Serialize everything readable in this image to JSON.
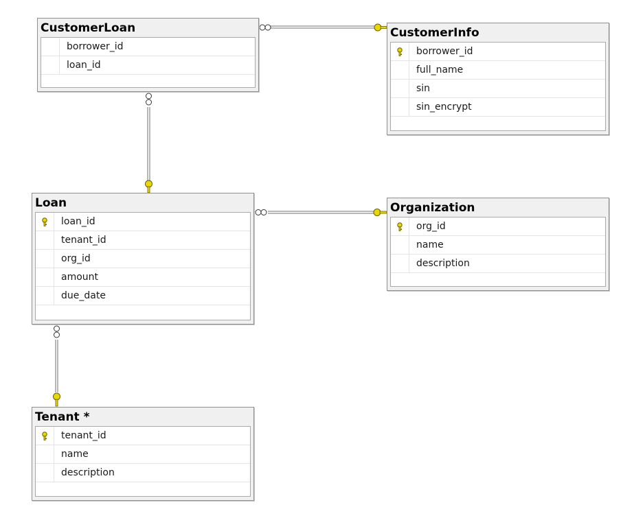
{
  "tables": [
    {
      "id": "customerloan",
      "title": "CustomerLoan",
      "columns": [
        {
          "name": "borrower_id",
          "key": false
        },
        {
          "name": "loan_id",
          "key": false
        }
      ]
    },
    {
      "id": "customerinfo",
      "title": "CustomerInfo",
      "columns": [
        {
          "name": "borrower_id",
          "key": true
        },
        {
          "name": "full_name",
          "key": false
        },
        {
          "name": "sin",
          "key": false
        },
        {
          "name": "sin_encrypt",
          "key": false
        }
      ]
    },
    {
      "id": "loan",
      "title": "Loan",
      "columns": [
        {
          "name": "loan_id",
          "key": true
        },
        {
          "name": "tenant_id",
          "key": false
        },
        {
          "name": "org_id",
          "key": false
        },
        {
          "name": "amount",
          "key": false
        },
        {
          "name": "due_date",
          "key": false
        }
      ]
    },
    {
      "id": "organization",
      "title": "Organization",
      "columns": [
        {
          "name": "org_id",
          "key": true
        },
        {
          "name": "name",
          "key": false
        },
        {
          "name": "description",
          "key": false
        }
      ]
    },
    {
      "id": "tenant",
      "title": "Tenant *",
      "columns": [
        {
          "name": "tenant_id",
          "key": true
        },
        {
          "name": "name",
          "key": false
        },
        {
          "name": "description",
          "key": false
        }
      ]
    }
  ],
  "relationships": [
    {
      "from": "customerloan",
      "to": "customerinfo",
      "from_end": "many",
      "to_end": "one-key"
    },
    {
      "from": "customerloan",
      "to": "loan",
      "from_end": "many",
      "to_end": "one-key"
    },
    {
      "from": "loan",
      "to": "organization",
      "from_end": "many",
      "to_end": "one-key"
    },
    {
      "from": "loan",
      "to": "tenant",
      "from_end": "many",
      "to_end": "one-key"
    }
  ],
  "colors": {
    "key": "#e8d800",
    "key_outline": "#6b5e00",
    "connector": "#707070"
  }
}
